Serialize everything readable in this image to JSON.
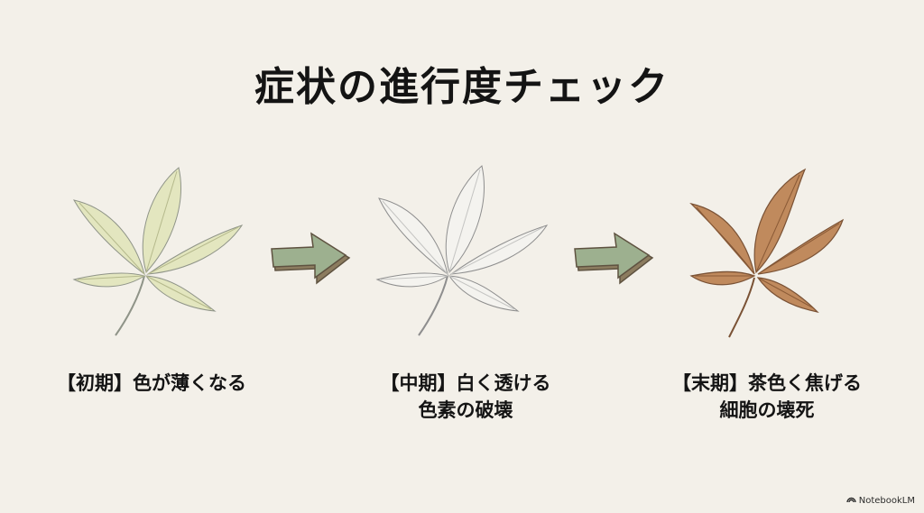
{
  "title": "症状の進行度チェック",
  "stages": [
    {
      "label": "【初期】色が薄くなる",
      "sublabel": "",
      "leaf_color": "#e3e6bf",
      "leaf_stroke": "#8f9488",
      "vein_color": "#b5b98c"
    },
    {
      "label": "【中期】白く透ける",
      "sublabel": "色素の破壊",
      "leaf_color": "#f4f3ef",
      "leaf_stroke": "#8e8e8e",
      "vein_color": "#c4c4c2"
    },
    {
      "label": "【末期】茶色く焦げる",
      "sublabel": "細胞の壊死",
      "leaf_color": "#c08a5d",
      "leaf_stroke": "#7a5235",
      "vein_color": "#8a5a36"
    }
  ],
  "arrow_color": "#9db08f",
  "arrow_shadow": "#8c7c5f",
  "brand": {
    "icon": "notebooklm-logo-icon",
    "label": "NotebookLM"
  }
}
